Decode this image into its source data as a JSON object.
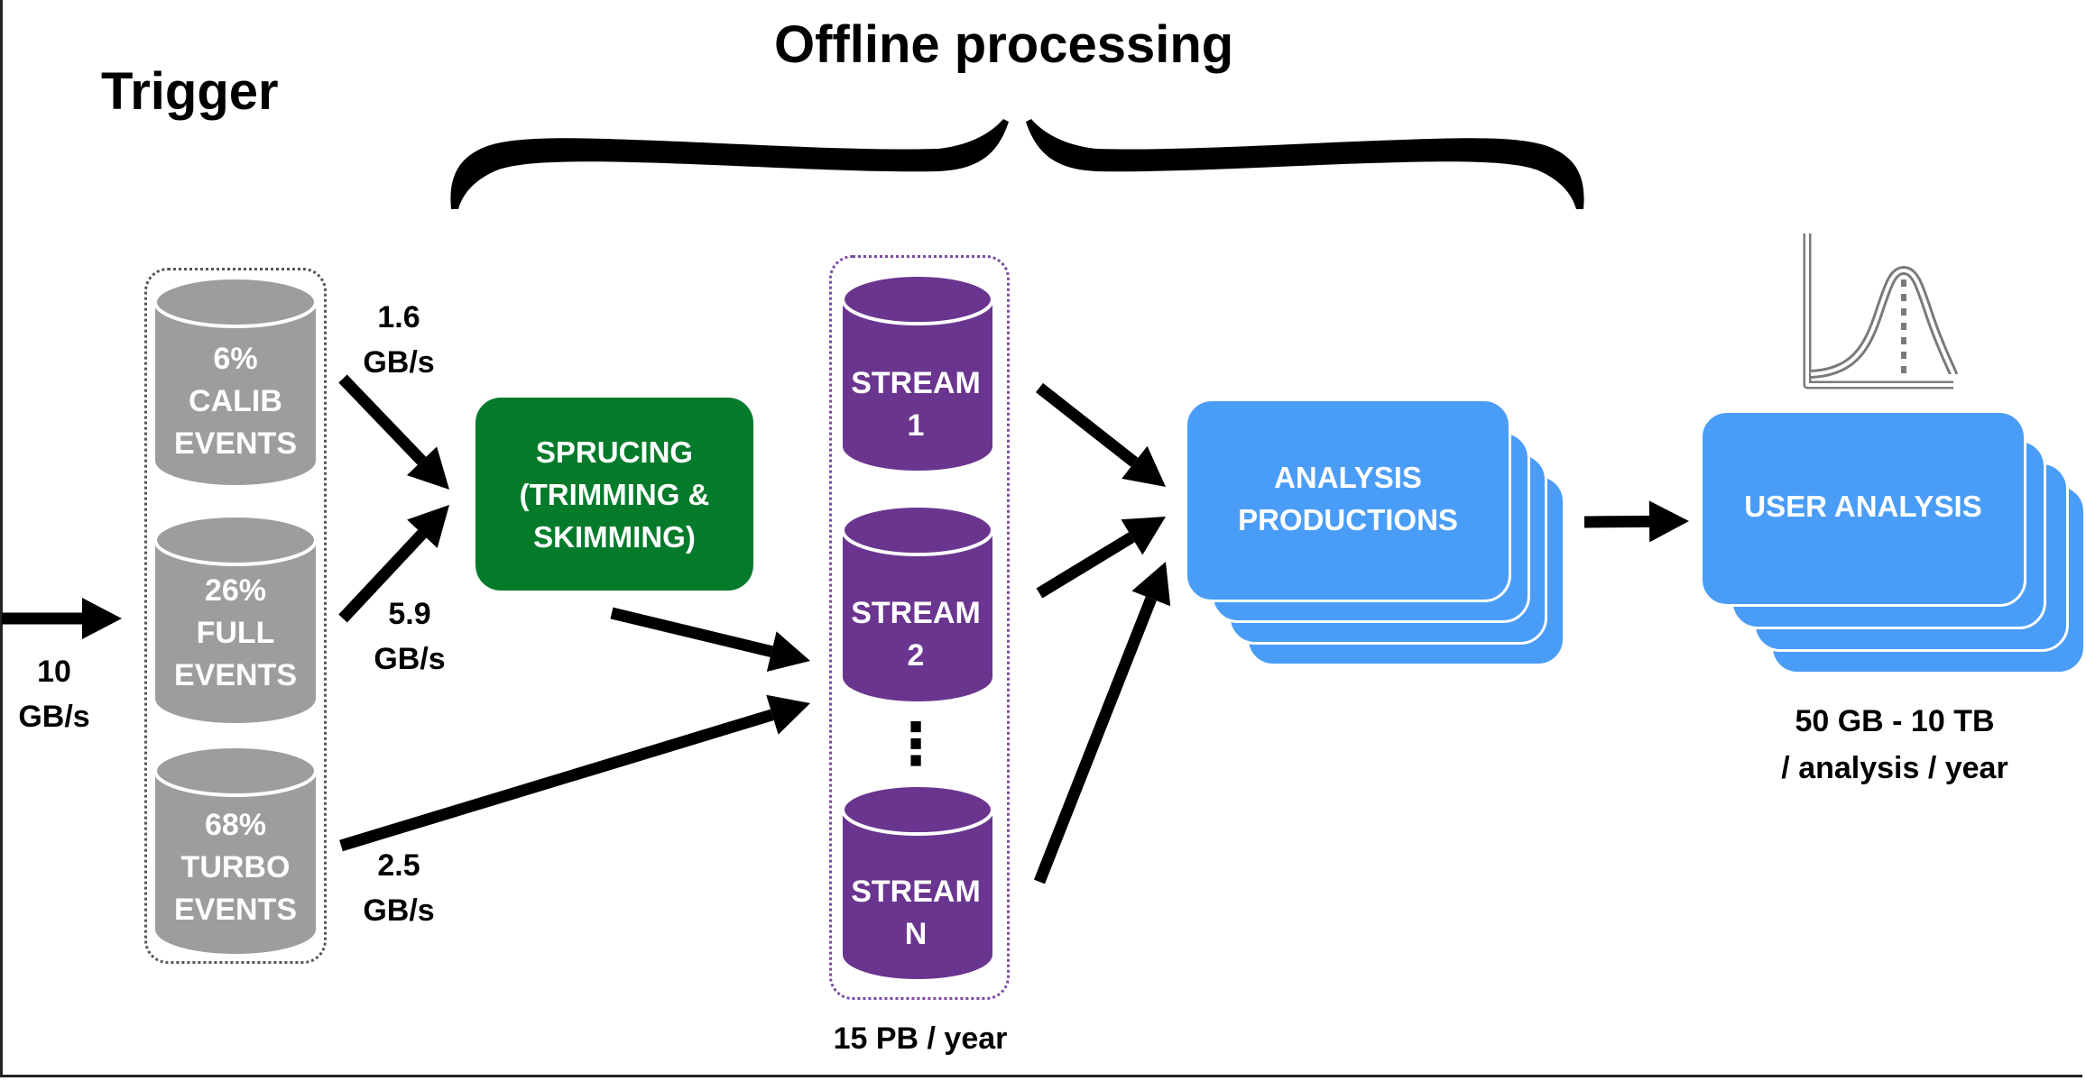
{
  "titles": {
    "trigger": "Trigger",
    "offline": "Offline processing"
  },
  "colors": {
    "trigger_cylinder": "#9c9e9d",
    "stream_cylinder": "#6a358f",
    "sprucing_box": "#037b2b",
    "analysis_box": "#4a9df7",
    "arrow": "#000000"
  },
  "input_rate": {
    "value": "10",
    "unit": "GB/s"
  },
  "trigger_streams": [
    {
      "percent": "6%",
      "name": "CALIB",
      "suffix": "EVENTS"
    },
    {
      "percent": "26%",
      "name": "FULL",
      "suffix": "EVENTS"
    },
    {
      "percent": "68%",
      "name": "TURBO",
      "suffix": "EVENTS"
    }
  ],
  "rates": [
    {
      "value": "1.6",
      "unit": "GB/s"
    },
    {
      "value": "5.9",
      "unit": "GB/s"
    },
    {
      "value": "2.5",
      "unit": "GB/s"
    }
  ],
  "sprucing": {
    "lines": [
      "SPRUCING",
      "(TRIMMING &",
      "SKIMMING)"
    ]
  },
  "streams": [
    {
      "name": "STREAM",
      "id": "1"
    },
    {
      "name": "STREAM",
      "id": "2"
    },
    {
      "name": "STREAM",
      "id": "N"
    }
  ],
  "streams_ellipsis": "⋮",
  "streams_volume": "15 PB / year",
  "analysis_productions": {
    "lines": [
      "ANALYSIS",
      "PRODUCTIONS"
    ]
  },
  "user_analysis": {
    "label": "USER ANALYSIS"
  },
  "user_volume": {
    "line1": "50 GB - 10 TB",
    "line2": "/ analysis / year"
  },
  "icons": {
    "plot": "gaussian-plot-icon"
  }
}
